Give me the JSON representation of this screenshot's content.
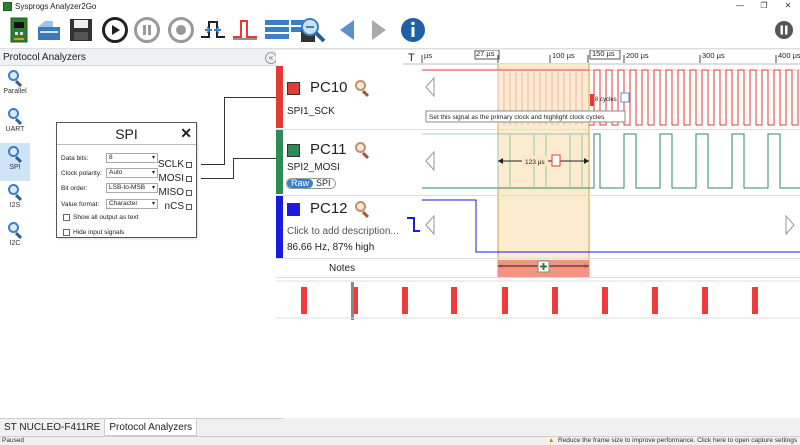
{
  "window": {
    "title": "Sysprogs Analyzer2Go",
    "controls": [
      "—",
      "❐",
      "✕"
    ]
  },
  "toolbar": {
    "buttons": [
      {
        "name": "board-icon"
      },
      {
        "name": "open-icon"
      },
      {
        "name": "save-icon"
      },
      {
        "name": "play-icon"
      },
      {
        "name": "pause-icon"
      },
      {
        "name": "stop-icon"
      },
      {
        "name": "trigger-icon"
      },
      {
        "name": "pulse-icon"
      },
      {
        "name": "layout-icon"
      },
      {
        "name": "save-layout-icon"
      },
      {
        "name": "zoom-out-icon"
      },
      {
        "name": "back-icon"
      },
      {
        "name": "forward-icon"
      },
      {
        "name": "info-icon"
      }
    ],
    "pause_all": "pause-icon"
  },
  "left_panel": {
    "title": "Protocol Analyzers",
    "protocols": [
      {
        "label": "Parallel",
        "selected": false
      },
      {
        "label": "UART",
        "selected": false
      },
      {
        "label": "SPI",
        "selected": true
      },
      {
        "label": "I2S",
        "selected": false
      },
      {
        "label": "I2C",
        "selected": false
      }
    ],
    "spi": {
      "title": "SPI",
      "fields": [
        {
          "label": "Data bits:",
          "value": "8"
        },
        {
          "label": "Clock polarity:",
          "value": "Auto"
        },
        {
          "label": "Bit order:",
          "value": "LSB-to-MSB"
        },
        {
          "label": "Value format:",
          "value": "Character"
        }
      ],
      "checkboxes": [
        "Show all output as text",
        "Hide input signals"
      ],
      "pins": [
        "SCLK",
        "MOSI",
        "MISO",
        "nCS"
      ]
    }
  },
  "bottom_tabs": [
    "ST NUCLEO-F411RE",
    "Protocol Analyzers"
  ],
  "status": {
    "left": "Paused",
    "right": "Reduce the frame size to improve performance. Click here to open capture settings"
  },
  "timeline": {
    "markers": [
      "µs",
      "27 µs",
      "100 µs",
      "150 µs",
      "200 µs",
      "300 µs",
      "400 µs"
    ],
    "header_letter": "T"
  },
  "signals": [
    {
      "name": "PC10",
      "color": "#e53935",
      "sub": "SPI1_SCK"
    },
    {
      "name": "PC11",
      "color": "#2e8b57",
      "sub": "SPI2_MOSI",
      "tags": [
        "Raw",
        "SPI"
      ]
    },
    {
      "name": "PC12",
      "color": "#1a1ae0",
      "description_placeholder": "Click to add description...",
      "stats": "86.66 Hz, 87% high"
    }
  ],
  "notes_label": "Notes",
  "annotations": {
    "cycles": "8 cycles",
    "tooltip": "Set this signal as the primary clock and highlight clock cycles",
    "duration": "123 µs"
  }
}
